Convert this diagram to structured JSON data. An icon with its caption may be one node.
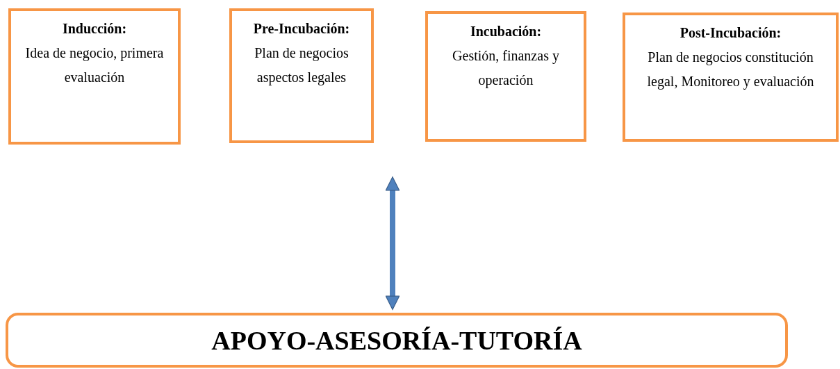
{
  "diagram": {
    "nodes": [
      {
        "text": [
          "Inducción:",
          "Idea de negocio, primera evaluación"
        ]
      },
      {
        "text": [
          "Pre-Incubación:",
          "Plan de negocios aspectos legales"
        ]
      },
      {
        "text": [
          "Incubación:",
          "Gestión, finanzas y operación"
        ]
      },
      {
        "text": [
          "Post-Incubación:",
          "Plan de negocios constitución legal, Monitoreo y evaluación"
        ]
      },
      {
        "text": [
          "APOYO-ASESORÍA-TUTORÍA"
        ]
      }
    ],
    "edges": [
      {
        "from": null,
        "to": 4,
        "arrow": "both",
        "color": "#4f81bd"
      }
    ]
  }
}
